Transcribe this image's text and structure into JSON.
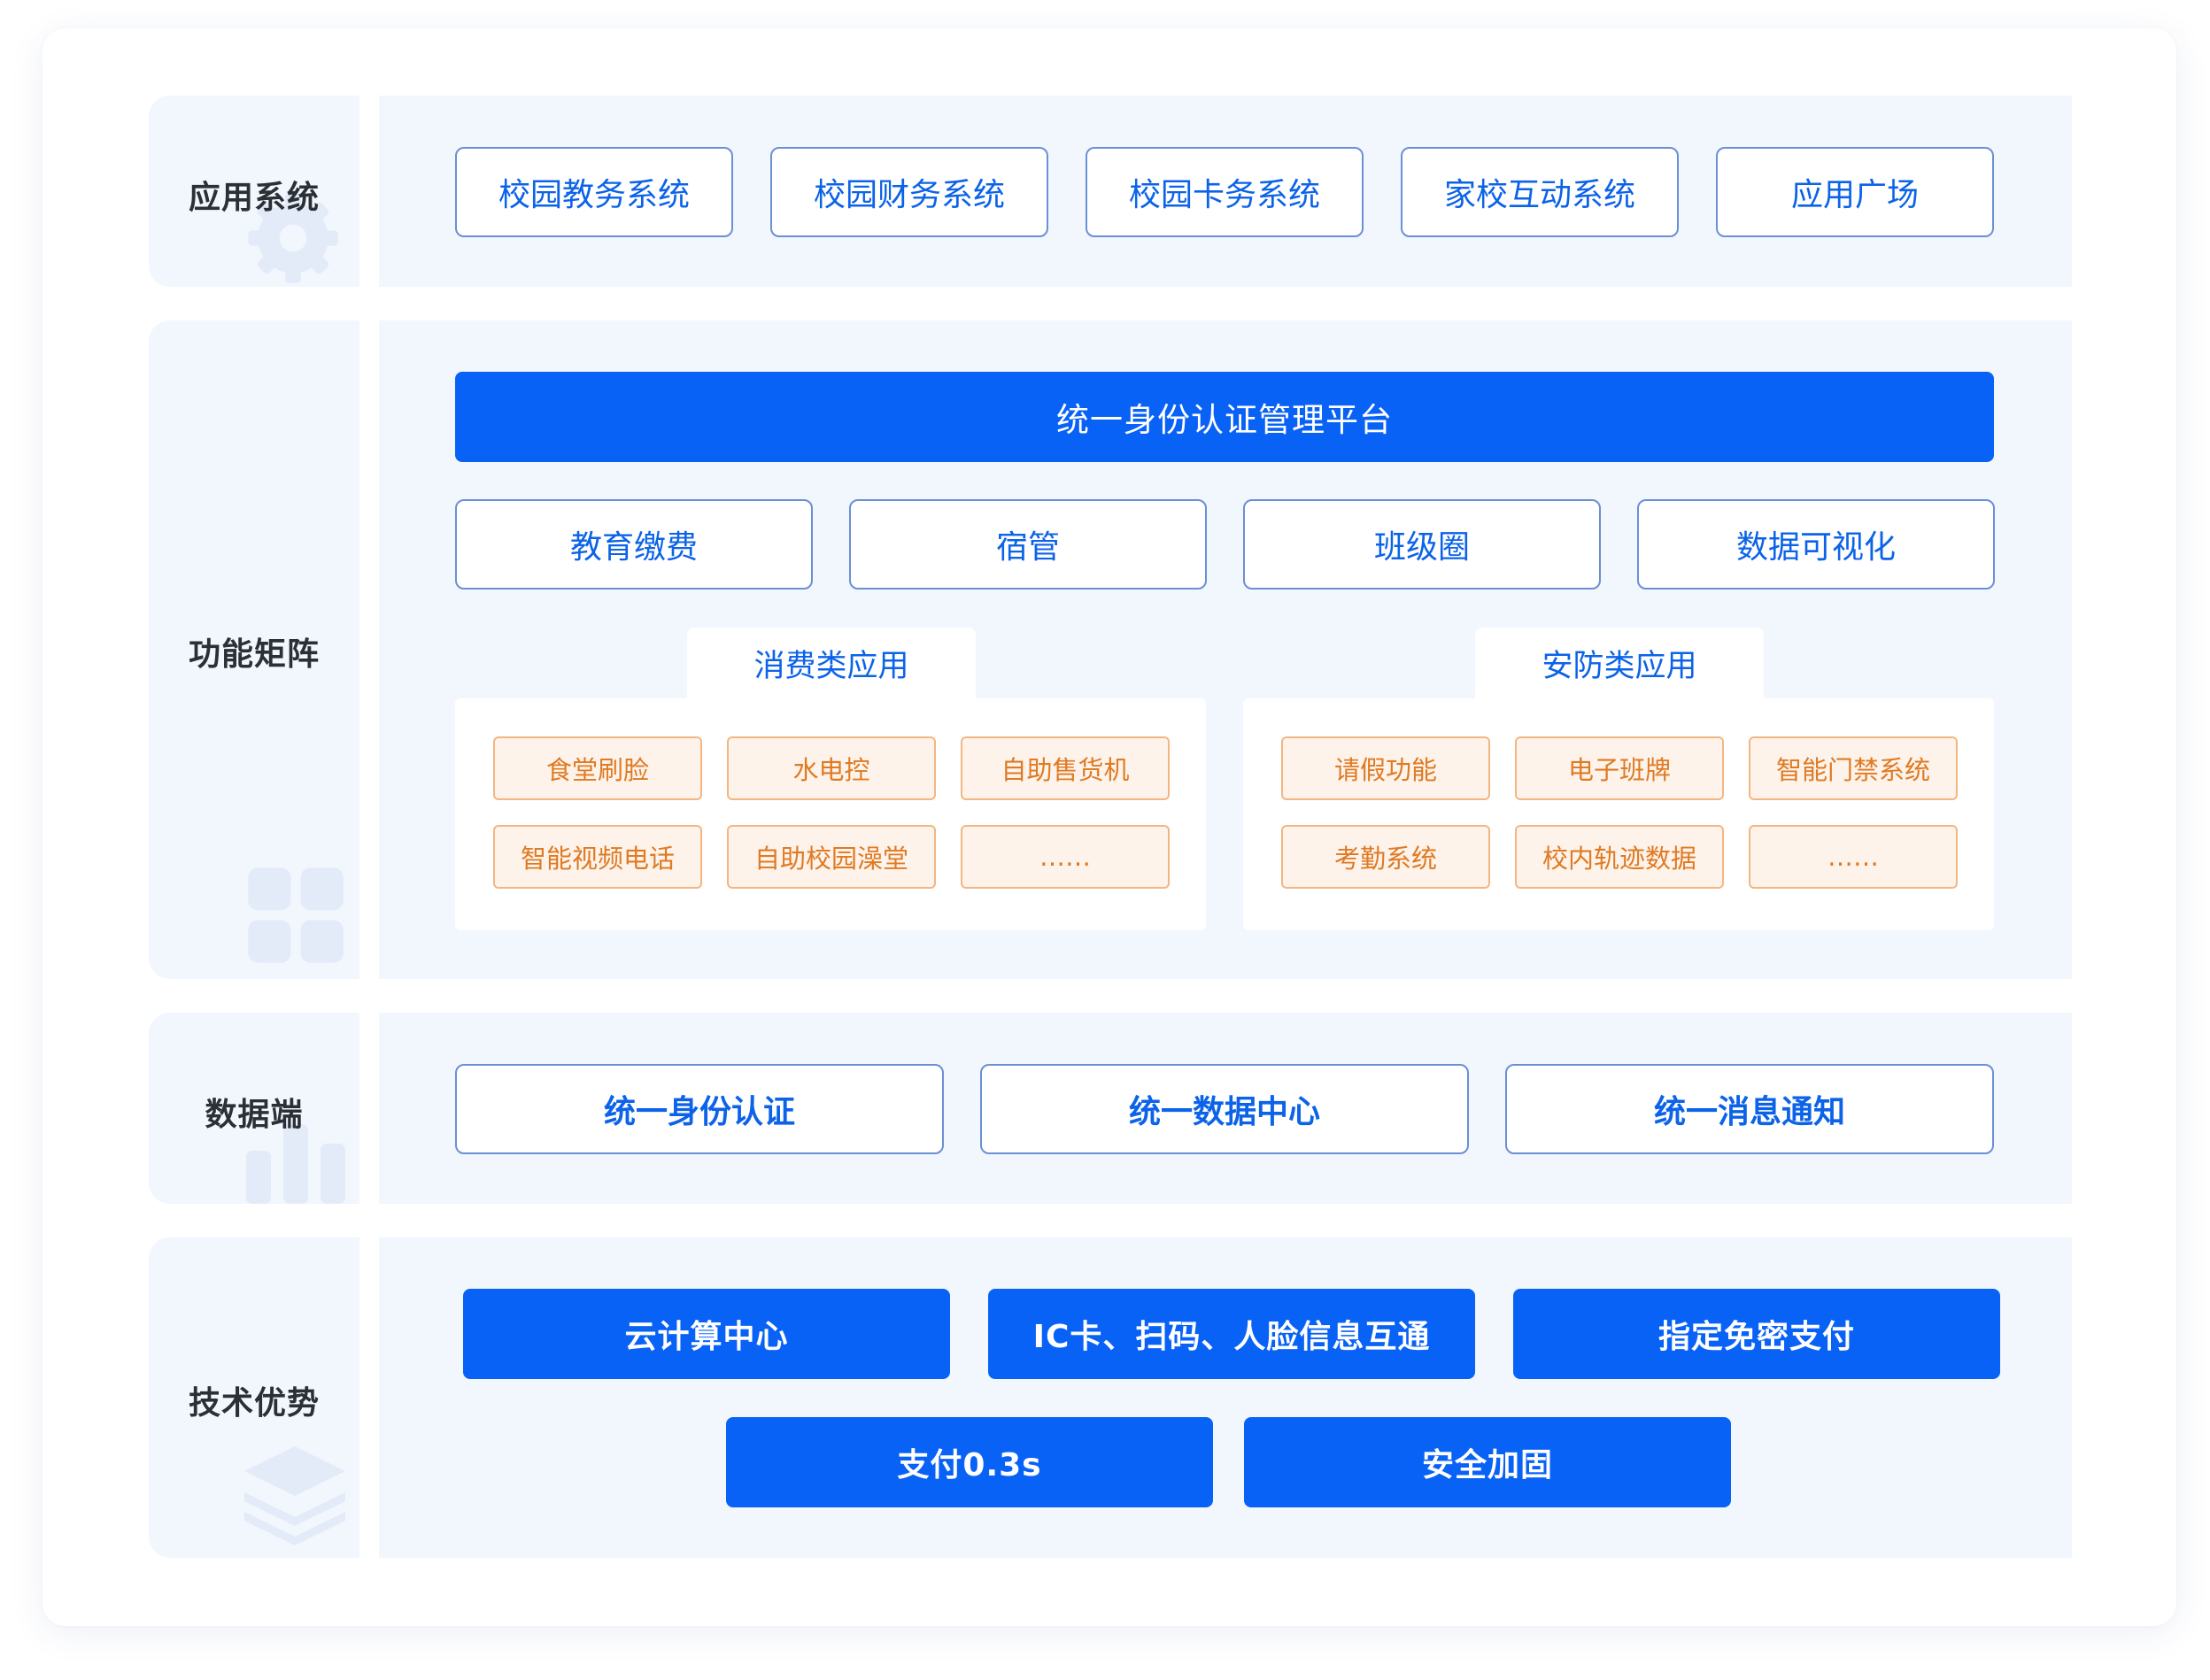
{
  "layers": {
    "app": {
      "label": "应用系统",
      "icon": "gear-icon",
      "items": [
        "校园教务系统",
        "校园财务系统",
        "校园卡务系统",
        "家校互动系统",
        "应用广场"
      ]
    },
    "func": {
      "label": "功能矩阵",
      "icon": "grid-icon",
      "platform": "统一身份认证管理平台",
      "items": [
        "教育缴费",
        "宿管",
        "班级圈",
        "数据可视化"
      ],
      "groups": [
        {
          "title": "消费类应用",
          "items": [
            "食堂刷脸",
            "水电控",
            "自助售货机",
            "智能视频电话",
            "自助校园澡堂",
            "……"
          ]
        },
        {
          "title": "安防类应用",
          "items": [
            "请假功能",
            "电子班牌",
            "智能门禁系统",
            "考勤系统",
            "校内轨迹数据",
            "……"
          ]
        }
      ]
    },
    "data": {
      "label": "数据端",
      "icon": "bar-chart-icon",
      "items": [
        "统一身份认证",
        "统一数据中心",
        "统一消息通知"
      ]
    },
    "tech": {
      "label": "技术优势",
      "icon": "layers-icon",
      "items": [
        "云计算中心",
        "IC卡、扫码、人脸信息互通",
        "指定免密支付",
        "支付0.3s",
        "安全加固"
      ]
    }
  },
  "colors": {
    "primary": "#0962f6",
    "primary_text": "#0c63e8",
    "section_bg": "#f2f6fd",
    "orange_text": "#e07a23",
    "orange_border": "#f3b682",
    "orange_bg": "#fdf3ea"
  }
}
